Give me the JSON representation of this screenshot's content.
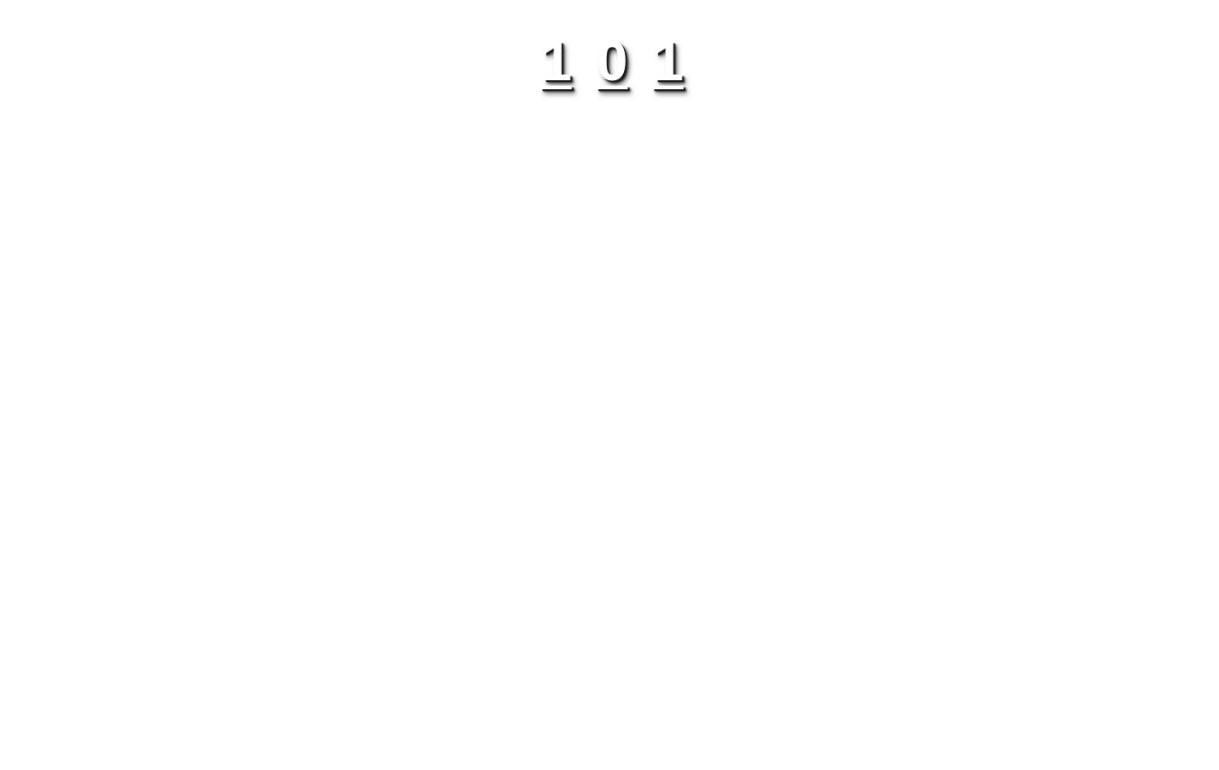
{
  "digits": [
    {
      "label": "1"
    },
    {
      "label": "0"
    },
    {
      "label": "1"
    }
  ]
}
